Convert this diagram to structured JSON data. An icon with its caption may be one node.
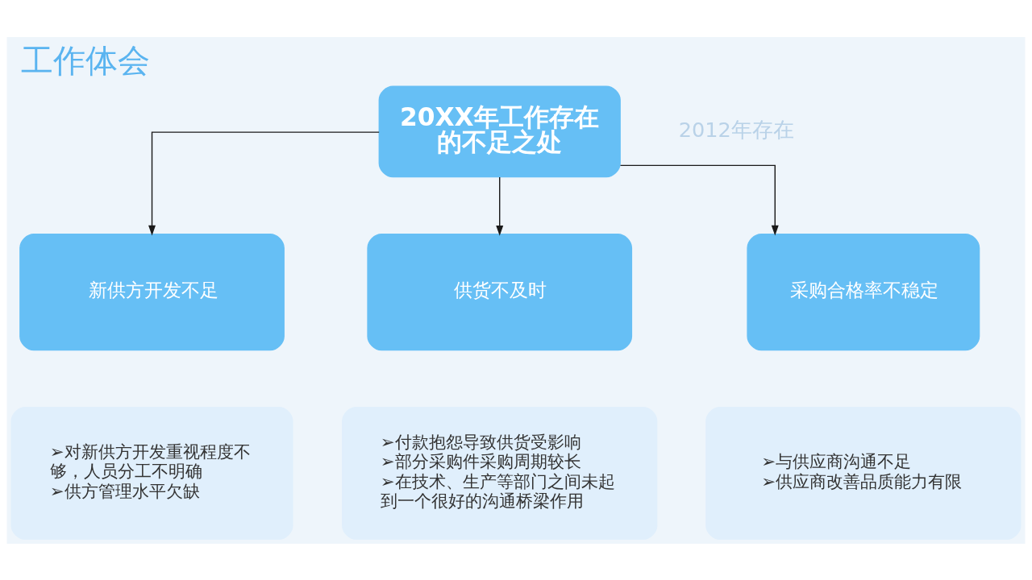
{
  "diagram": {
    "title": "工作体会",
    "nodes": [
      {
        "text": [
          "20XX年工作存在的不足之处"
        ]
      },
      {
        "text": [
          "新供方开发不足"
        ]
      },
      {
        "text": [
          "供货不及时"
        ]
      },
      {
        "text": [
          "采购合格率不稳定"
        ]
      },
      {
        "text": [
          "➢对新供方开发重视程度不够，人员分工不明确",
          "➢供方管理水平欠缺"
        ]
      },
      {
        "text": [
          "➢付款抱怨导致供货受影响",
          "➢部分采购件采购周期较长",
          "➢在技术、生产等部门之间未起到一个很好的沟通桥梁作用"
        ]
      },
      {
        "text": [
          "➢与供应商沟通不足",
          "➢供应商改善品质能力有限"
        ]
      }
    ],
    "edges": [
      {
        "from": 0,
        "to": 1,
        "arrow": "to"
      },
      {
        "from": 0,
        "to": 2,
        "arrow": "to"
      },
      {
        "from": 0,
        "to": 3,
        "arrow": "to"
      }
    ],
    "labels": [
      "2012年存在"
    ]
  }
}
